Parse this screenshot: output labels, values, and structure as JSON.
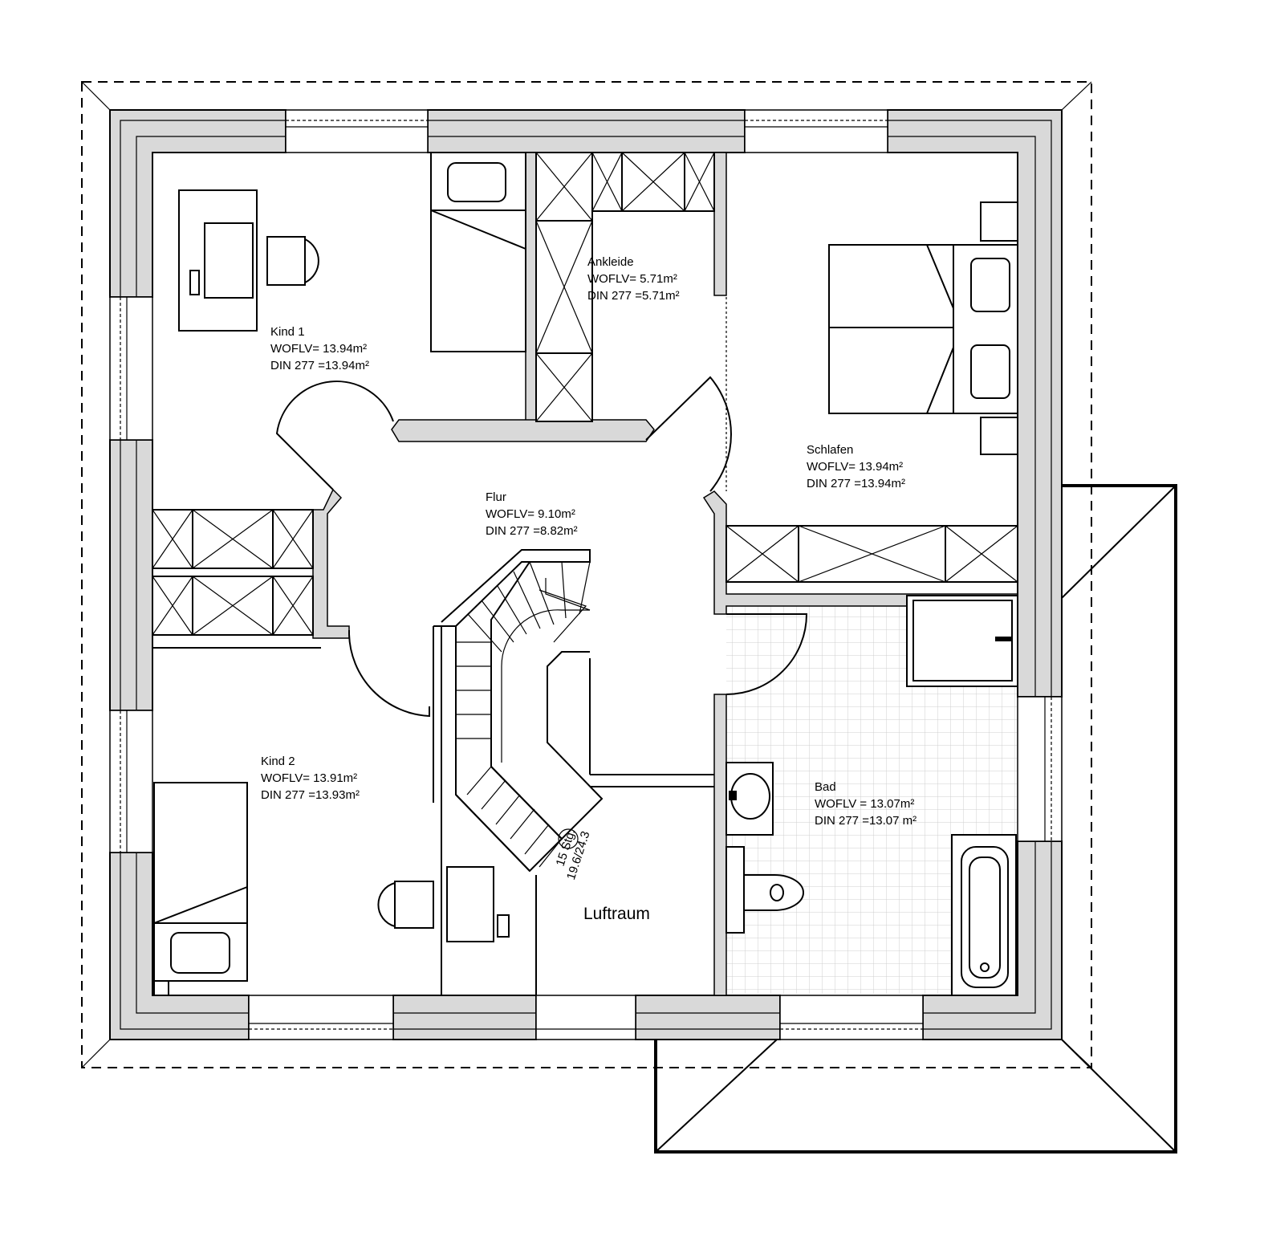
{
  "rooms": [
    {
      "id": "kind1",
      "name": "Kind 1",
      "wofl": "WOFLV= 13.94m²",
      "din": "DIN 277 =13.94m²"
    },
    {
      "id": "ankleide",
      "name": "Ankleide",
      "wofl": "WOFLV= 5.71m²",
      "din": "DIN 277 =5.71m²"
    },
    {
      "id": "schlafen",
      "name": "Schlafen",
      "wofl": "WOFLV= 13.94m²",
      "din": "DIN 277 =13.94m²"
    },
    {
      "id": "flur",
      "name": "Flur",
      "wofl": "WOFLV= 9.10m²",
      "din": "DIN 277 =8.82m²"
    },
    {
      "id": "kind2",
      "name": "Kind 2",
      "wofl": "WOFLV= 13.91m²",
      "din": "DIN 277 =13.93m²"
    },
    {
      "id": "bad",
      "name": "Bad",
      "wofl": "WOFLV = 13.07m²",
      "din": "DIN 277 =13.07 m²"
    }
  ],
  "luftraum": "Luftraum",
  "stair": {
    "steps": "15 Stg.",
    "ratio": "19.6/24.3"
  }
}
